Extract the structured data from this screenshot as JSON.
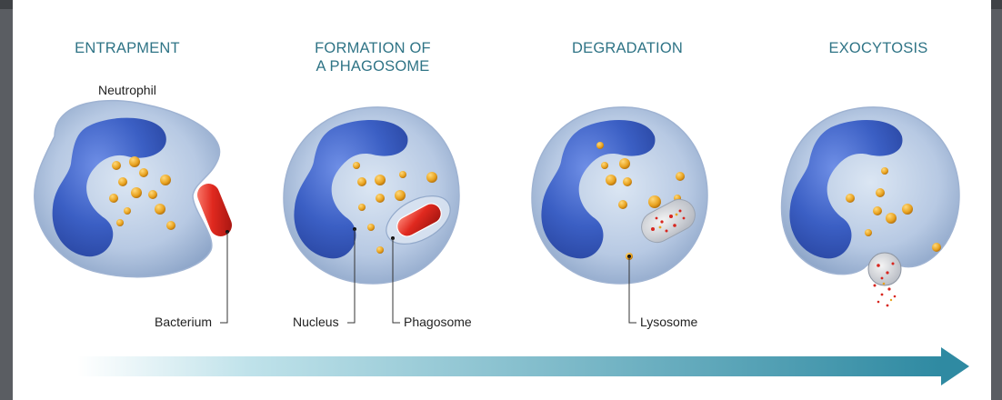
{
  "stages": [
    {
      "title": "ENTRAPMENT"
    },
    {
      "title_line1": "FORMATION OF",
      "title_line2": "A PHAGOSOME"
    },
    {
      "title": "DEGRADATION"
    },
    {
      "title": "EXOCYTOSIS"
    }
  ],
  "labels": {
    "neutrophil": "Neutrophil",
    "bacterium": "Bacterium",
    "nucleus": "Nucleus",
    "phagosome": "Phagosome",
    "lysosome": "Lysosome"
  },
  "colors": {
    "title": "#2f7486",
    "cytoplasm": "#a9bfdc",
    "nucleus": "#3b5fc4",
    "granule": "#e8a21f",
    "bacterium": "#d8261f",
    "arrow": "#3d97ad"
  },
  "icons": [
    "neutrophil-cell",
    "nucleus",
    "granule",
    "bacterium",
    "phagosome",
    "lysosome",
    "process-arrow"
  ]
}
